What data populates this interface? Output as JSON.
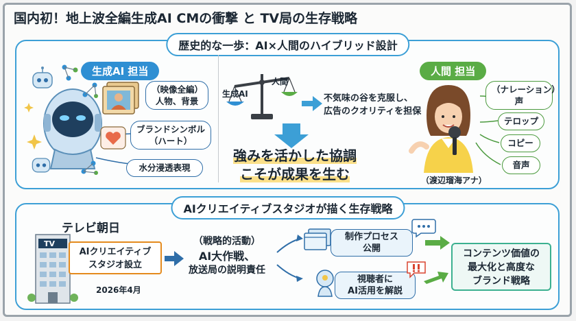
{
  "title": "国内初！地上波全編生成AI CMの衝撃 と TV局の生存戦略",
  "top_section": {
    "header": "歴史的な一歩：AI×人間のハイブリッド設計",
    "ai_badge": "生成AI 担当",
    "ai_items": [
      {
        "line1": "（映像全編）",
        "line2": "人物、背景"
      },
      {
        "line1": "ブランドシンボル",
        "line2": "（ハート）"
      },
      {
        "line1": "水分浸透表現",
        "line2": ""
      }
    ],
    "scale_left_label": "生成AI",
    "scale_right_label": "人間",
    "scale_result": {
      "line1": "不気味の谷を克服し、",
      "line2": "広告のクオリティを担保"
    },
    "conclusion": {
      "line1": "強みを活かした協調",
      "line2": "こそが成果を生む"
    },
    "human_badge": "人間 担当",
    "human_items": [
      {
        "line1": "（ナレーション）",
        "line2": "声"
      },
      {
        "line1": "テロップ",
        "line2": ""
      },
      {
        "line1": "コピー",
        "line2": ""
      },
      {
        "line1": "音声",
        "line2": ""
      }
    ],
    "announcer": "（渡辺瑠海アナ）"
  },
  "bottom_section": {
    "header": "AIクリエイティブスタジオが描く生存戦略",
    "station": "テレビ朝日",
    "tv_sign": "TV",
    "studio": {
      "line1": "AIクリエイティブ",
      "line2": "スタジオ設立"
    },
    "date": "2026年4月",
    "activity": {
      "line1": "（戦略的活動）",
      "line2": "AI大作戦、",
      "line3": "放送局の説明責任"
    },
    "process": {
      "line1": "制作プロセス",
      "line2": "公開"
    },
    "viewer": {
      "line1": "視聴者に",
      "line2": "AI活用を解説"
    },
    "value": {
      "line1": "コンテンツ価値の",
      "line2": "最大化と高度な",
      "line3": "ブランド戦略"
    }
  },
  "colors": {
    "accent_blue": "#3c9fd6",
    "ai_blue": "#2f8fd3",
    "human_green": "#5aac45",
    "studio_orange": "#e48a1d",
    "value_teal": "#3bb08f",
    "highlight_yellow": "#fbe08a"
  },
  "icons": [
    "robot-head-icon",
    "small-robot-icon",
    "film-frames-icon",
    "heart-icon",
    "molecule-icon",
    "balance-scale-icon",
    "arrow-right-icon",
    "arrow-down-icon",
    "announcer-icon",
    "microphone-icon",
    "building-icon",
    "monitor-icon",
    "viewer-head-icon",
    "speech-bubble-icon",
    "exclamation-icon"
  ]
}
